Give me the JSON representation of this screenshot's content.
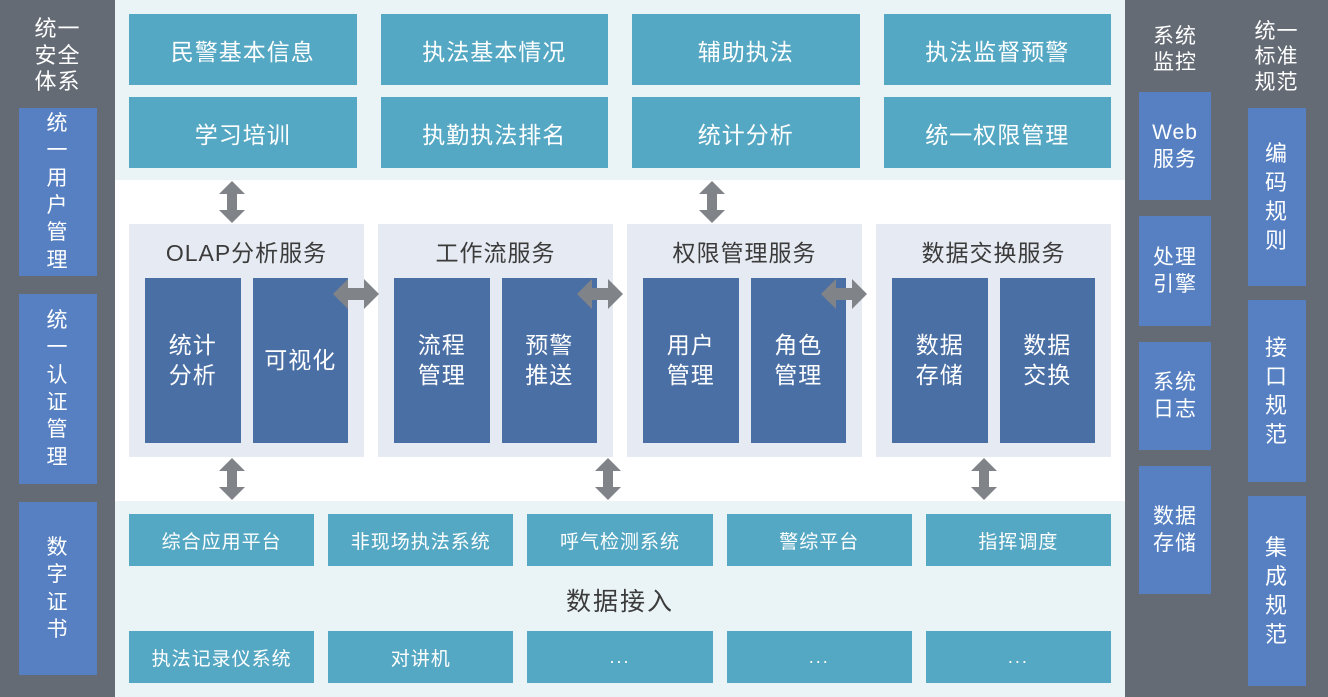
{
  "left_column": {
    "title": "统一\n安全\n体系",
    "items": [
      {
        "label": "统\n一\n用\n户\n管\n理",
        "name": "unified-user-management"
      },
      {
        "label": "统\n一\n认\n证\n管\n理",
        "name": "unified-auth-management"
      },
      {
        "label": "数\n字\n证\n书",
        "name": "digital-certificate"
      }
    ]
  },
  "application_layer": {
    "row1": [
      {
        "label": "民警基本信息"
      },
      {
        "label": "执法基本情况"
      },
      {
        "label": "辅助执法"
      },
      {
        "label": "执法监督预警"
      }
    ],
    "row2": [
      {
        "label": "学习培训"
      },
      {
        "label": "执勤执法排名"
      },
      {
        "label": "统计分析"
      },
      {
        "label": "统一权限管理"
      }
    ]
  },
  "service_layer": {
    "panels": [
      {
        "title": "OLAP分析服务",
        "boxes": [
          {
            "label": "统计\n分析"
          },
          {
            "label": "可视化"
          }
        ]
      },
      {
        "title": "工作流服务",
        "boxes": [
          {
            "label": "流程\n管理"
          },
          {
            "label": "预警\n推送"
          }
        ]
      },
      {
        "title": "权限管理服务",
        "boxes": [
          {
            "label": "用户\n管理"
          },
          {
            "label": "角色\n管理"
          }
        ]
      },
      {
        "title": "数据交换服务",
        "boxes": [
          {
            "label": "数据\n存储"
          },
          {
            "label": "数据\n交换"
          }
        ]
      }
    ]
  },
  "data_layer": {
    "row1": [
      {
        "label": "综合应用平台"
      },
      {
        "label": "非现场执法系统"
      },
      {
        "label": "呼气检测系统"
      },
      {
        "label": "警综平台"
      },
      {
        "label": "指挥调度"
      }
    ],
    "caption": "数据接入",
    "row2": [
      {
        "label": "执法记录仪系统"
      },
      {
        "label": "对讲机"
      },
      {
        "label": "..."
      },
      {
        "label": "..."
      },
      {
        "label": "..."
      }
    ]
  },
  "monitor_column": {
    "title": "系统\n监控",
    "items": [
      {
        "label": "Web\n服务",
        "name": "web-service"
      },
      {
        "label": "处理\n引擎",
        "name": "processing-engine"
      },
      {
        "label": "系统\n日志",
        "name": "system-log"
      },
      {
        "label": "数据\n存储",
        "name": "data-storage"
      }
    ]
  },
  "standards_column": {
    "title": "统一\n标准\n规范",
    "items": [
      {
        "label": "编\n码\n规\n则",
        "name": "coding-rules"
      },
      {
        "label": "接\n口\n规\n范",
        "name": "interface-spec"
      },
      {
        "label": "集\n成\n规\n范",
        "name": "integration-spec"
      }
    ]
  },
  "colors": {
    "background_gray": "#646b75",
    "side_chip_blue": "#5680c2",
    "app_teal": "#55a8c3",
    "app_panel_bg": "#eaf3f6",
    "svc_panel_bg": "#e6eaf2",
    "svc_box_blue": "#4a6fa5",
    "arrow_gray": "#808387"
  }
}
